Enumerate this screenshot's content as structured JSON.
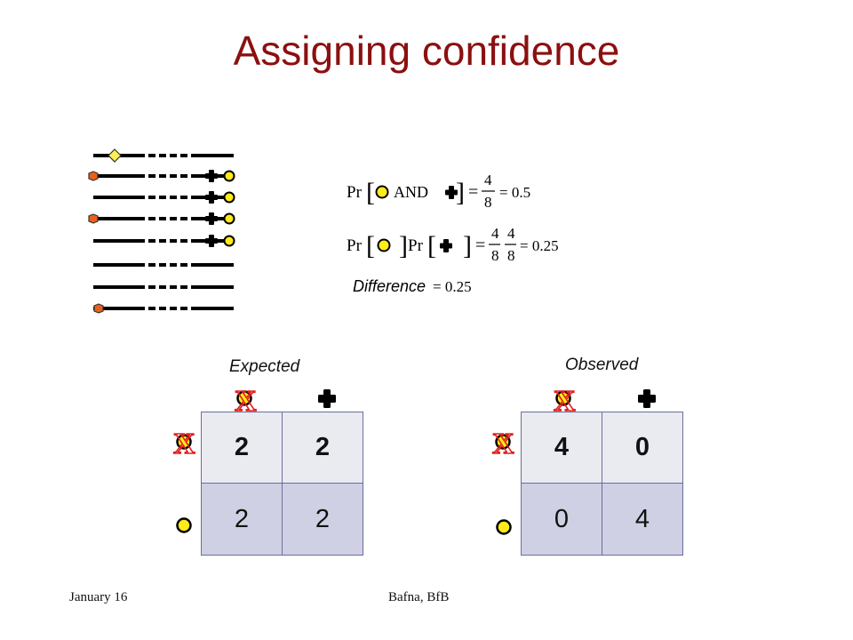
{
  "title": "Assigning confidence",
  "formula": {
    "pr": "Pr",
    "and": "AND",
    "eq1_numerator": "4",
    "eq1_denominator": "8",
    "eq1_result": "= 0.5",
    "eq2_frac1_numerator": "4",
    "eq2_frac1_denominator": "8",
    "eq2_frac2_numerator": "4",
    "eq2_frac2_denominator": "8",
    "eq2_result": "= 0.25",
    "difference_label": "Difference",
    "difference_value": "= 0.25"
  },
  "expected": {
    "label": "Expected",
    "cells": [
      [
        "2",
        "2"
      ],
      [
        "2",
        "2"
      ]
    ]
  },
  "observed": {
    "label": "Observed",
    "cells": [
      [
        "4",
        "0"
      ],
      [
        "0",
        "4"
      ]
    ]
  },
  "x_mark": "X",
  "footer": {
    "left": "January 16",
    "center": "Bafna, BfB"
  },
  "colors": {
    "title": "#8B1010",
    "circle_allele": "#FFEB1A",
    "hexagon_allele": "#E8601C",
    "diamond_allele": "#FFEE55",
    "x_mark": "#E02020",
    "expected_grid_top": "#eaeaf1",
    "expected_grid_bottom": "#cfd0e3"
  },
  "icons": [
    "yellow-circle-icon",
    "black-cross-icon",
    "orange-hexagon-icon",
    "yellow-diamond-icon",
    "red-x-icon"
  ]
}
